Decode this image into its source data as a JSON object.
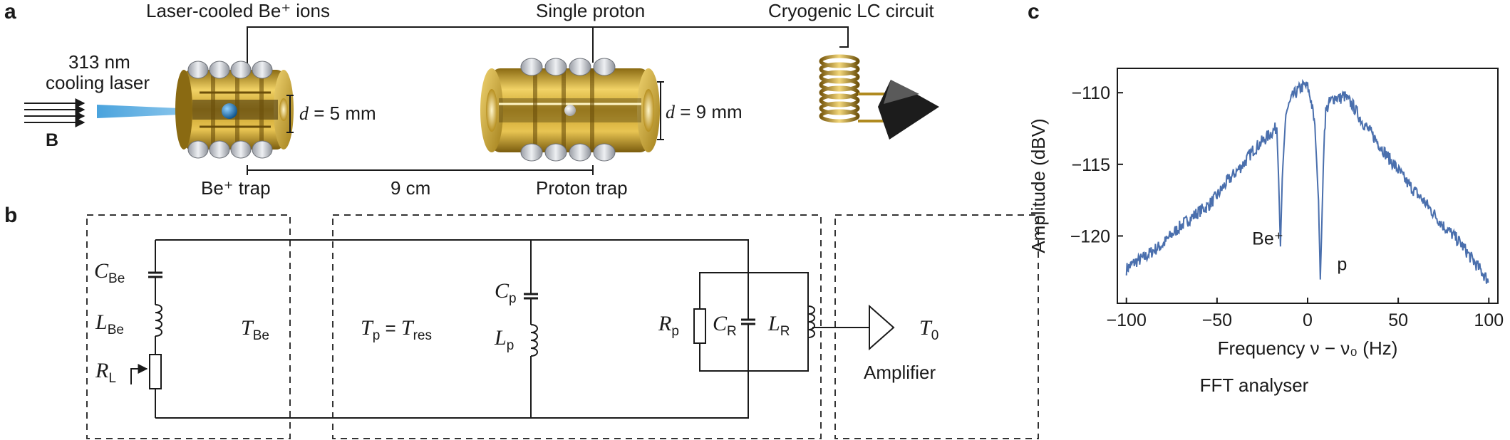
{
  "panel_a": {
    "label": "a",
    "be_ions_label": "Laser-cooled Be⁺ ions",
    "single_proton_label": "Single proton",
    "lc_circuit_label": "Cryogenic LC circuit",
    "laser_label_1": "313 nm",
    "laser_label_2": "cooling laser",
    "field_label": "B",
    "be_trap_d": "d = 5 mm",
    "proton_trap_d": "d = 9 mm",
    "be_trap_label": "Be⁺ trap",
    "distance_label": "9 cm",
    "proton_trap_label": "Proton trap"
  },
  "panel_b": {
    "label": "b",
    "c_be": "C",
    "c_be_sub": "Be",
    "l_be": "L",
    "l_be_sub": "Be",
    "r_l": "R",
    "r_l_sub": "L",
    "t_be": "T",
    "t_be_sub": "Be",
    "t_p": "T",
    "t_p_sub": "p",
    "equals": " = ",
    "t_res": "T",
    "t_res_sub": "res",
    "c_p": "C",
    "c_p_sub": "p",
    "l_p": "L",
    "l_p_sub": "p",
    "r_p": "R",
    "r_p_sub": "p",
    "c_r": "C",
    "c_r_sub": "R",
    "l_r": "L",
    "l_r_sub": "R",
    "t_0": "T",
    "t_0_sub": "0",
    "amplifier_label": "Amplifier"
  },
  "panel_c": {
    "label": "c",
    "fft_label": "FFT analyser",
    "be_annotation": "Be⁺",
    "p_annotation": "p"
  },
  "chart_data": {
    "type": "line",
    "xlabel": "Frequency ν − ν₀ (Hz)",
    "ylabel": "Amplitude (dBV)",
    "xlim": [
      -105,
      105
    ],
    "ylim": [
      -124.7,
      -108.3
    ],
    "xticks": [
      -100,
      -50,
      0,
      50,
      100
    ],
    "xtick_labels": [
      "−100",
      "−50",
      "0",
      "50",
      "100"
    ],
    "yticks": [
      -110,
      -115,
      -120
    ],
    "ytick_labels": [
      "−110",
      "−115",
      "−120"
    ],
    "grid": false,
    "line_color": "#4a6fad",
    "series": [
      {
        "x": [
          -100,
          -95,
          -90,
          -85,
          -80,
          -75,
          -70,
          -65,
          -60,
          -55,
          -50,
          -45,
          -40,
          -35,
          -30,
          -25,
          -20,
          -17,
          -16,
          -15,
          -14,
          -12,
          -10,
          -8,
          -5,
          -2,
          0,
          2,
          4,
          6,
          7,
          8,
          9,
          10,
          12,
          15,
          18,
          20,
          25,
          30,
          35,
          40,
          45,
          50,
          55,
          60,
          65,
          70,
          75,
          80,
          85,
          90,
          95,
          100
        ],
        "y": [
          -122.3,
          -121.8,
          -121.5,
          -121.0,
          -120.6,
          -119.9,
          -119.3,
          -118.8,
          -118.3,
          -117.9,
          -117.2,
          -116.3,
          -115.6,
          -114.9,
          -114.0,
          -113.4,
          -112.8,
          -112.4,
          -116.0,
          -120.8,
          -116.0,
          -111.4,
          -110.8,
          -110.2,
          -109.8,
          -109.5,
          -109.6,
          -110.6,
          -112.3,
          -117.5,
          -123.1,
          -118.5,
          -113.5,
          -111.3,
          -110.7,
          -110.3,
          -110.4,
          -110.2,
          -110.9,
          -112.0,
          -112.8,
          -113.7,
          -114.6,
          -115.4,
          -116.3,
          -117.0,
          -117.7,
          -118.5,
          -119.3,
          -119.9,
          -120.6,
          -121.5,
          -122.3,
          -123.2
        ]
      }
    ],
    "annotations": [
      {
        "text": "Be⁺",
        "x": -22,
        "y": -120.6
      },
      {
        "text": "p",
        "x": 19,
        "y": -122.4
      }
    ]
  }
}
